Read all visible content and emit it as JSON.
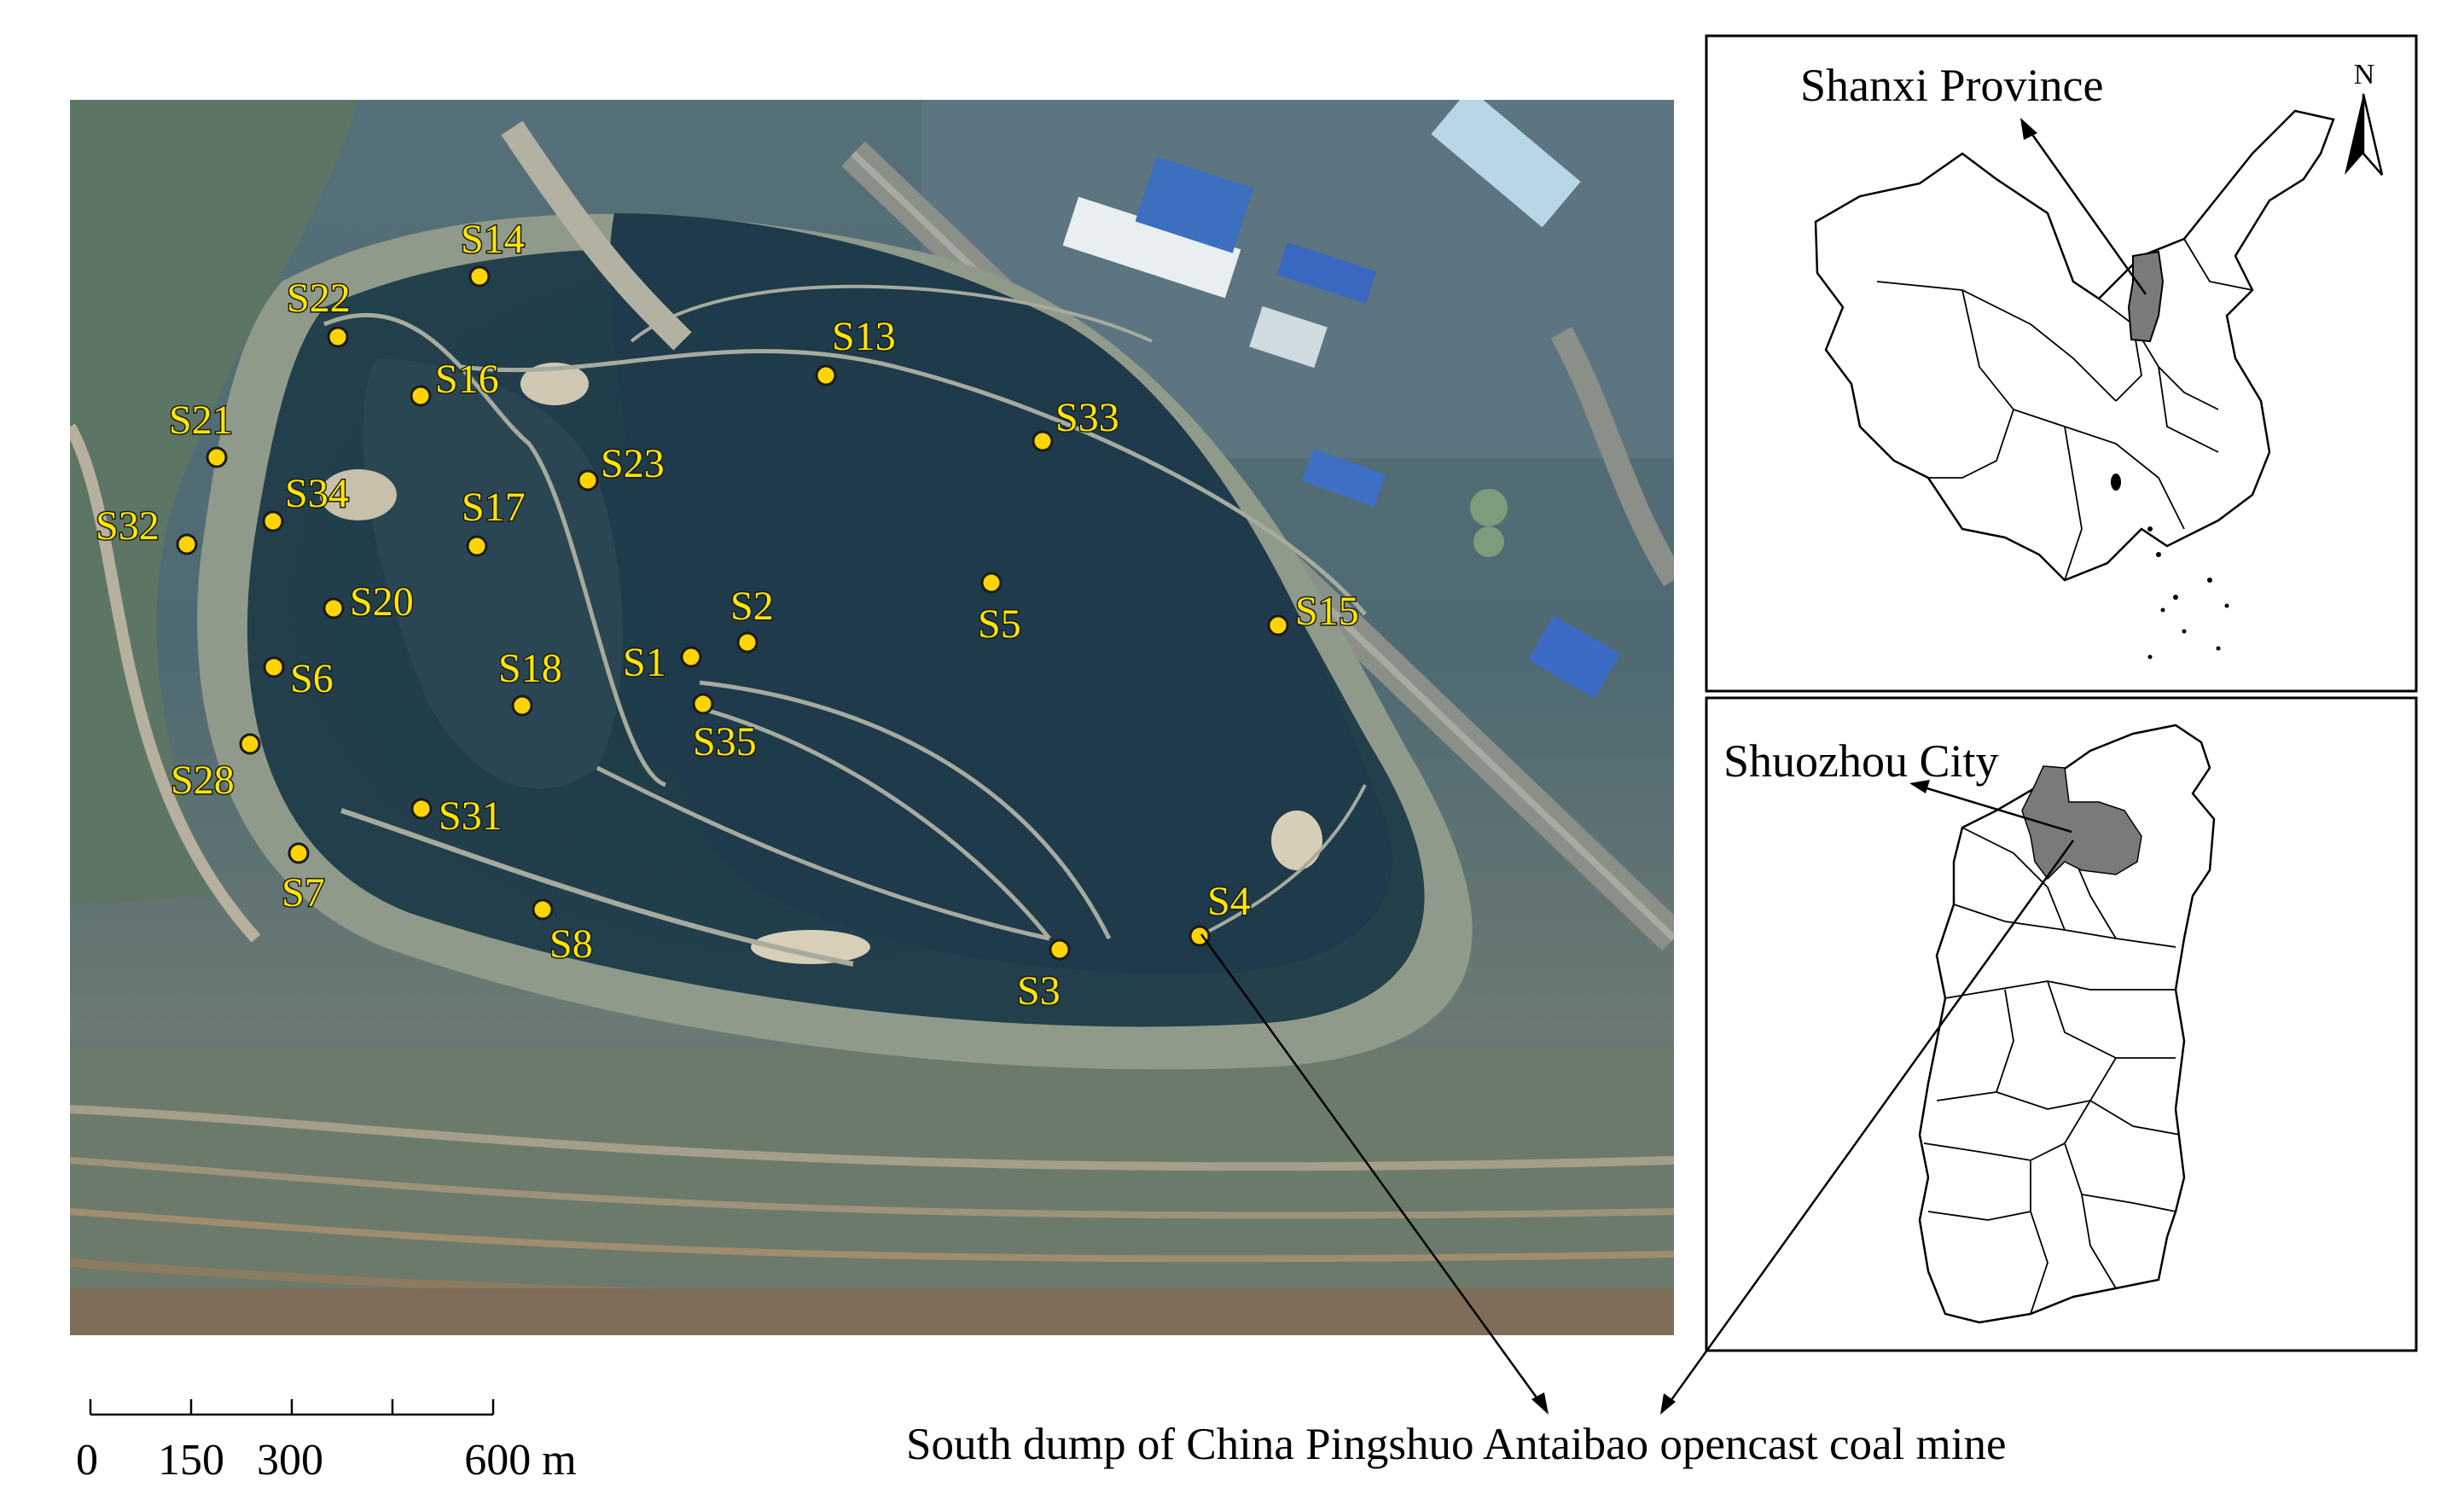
{
  "main_map": {
    "sites": [
      {
        "id": "S14",
        "label": "S14"
      },
      {
        "id": "S22",
        "label": "S22"
      },
      {
        "id": "S13",
        "label": "S13"
      },
      {
        "id": "S16",
        "label": "S16"
      },
      {
        "id": "S21",
        "label": "S21"
      },
      {
        "id": "S33",
        "label": "S33"
      },
      {
        "id": "S23",
        "label": "S23"
      },
      {
        "id": "S34",
        "label": "S34"
      },
      {
        "id": "S17",
        "label": "S17"
      },
      {
        "id": "S32",
        "label": "S32"
      },
      {
        "id": "S20",
        "label": "S20"
      },
      {
        "id": "S2",
        "label": "S2"
      },
      {
        "id": "S5",
        "label": "S5"
      },
      {
        "id": "S15",
        "label": "S15"
      },
      {
        "id": "S1",
        "label": "S1"
      },
      {
        "id": "S6",
        "label": "S6"
      },
      {
        "id": "S18",
        "label": "S18"
      },
      {
        "id": "S35",
        "label": "S35"
      },
      {
        "id": "S28",
        "label": "S28"
      },
      {
        "id": "S31",
        "label": "S31"
      },
      {
        "id": "S7",
        "label": "S7"
      },
      {
        "id": "S4",
        "label": "S4"
      },
      {
        "id": "S8",
        "label": "S8"
      },
      {
        "id": "S3",
        "label": "S3"
      }
    ],
    "marker_color": "#ffd400"
  },
  "scale_bar": {
    "labels": [
      "0",
      "150",
      "300",
      "600 m"
    ]
  },
  "inset_china": {
    "title": "Shanxi Province",
    "north_label": "N"
  },
  "inset_shanxi": {
    "title": "Shuozhou City"
  },
  "caption": "South dump of China Pingshuo Antaibao opencast coal mine",
  "colors": {
    "highlight_region": "#7a7a7a",
    "dump_vegetation": "#1f3b4a"
  }
}
